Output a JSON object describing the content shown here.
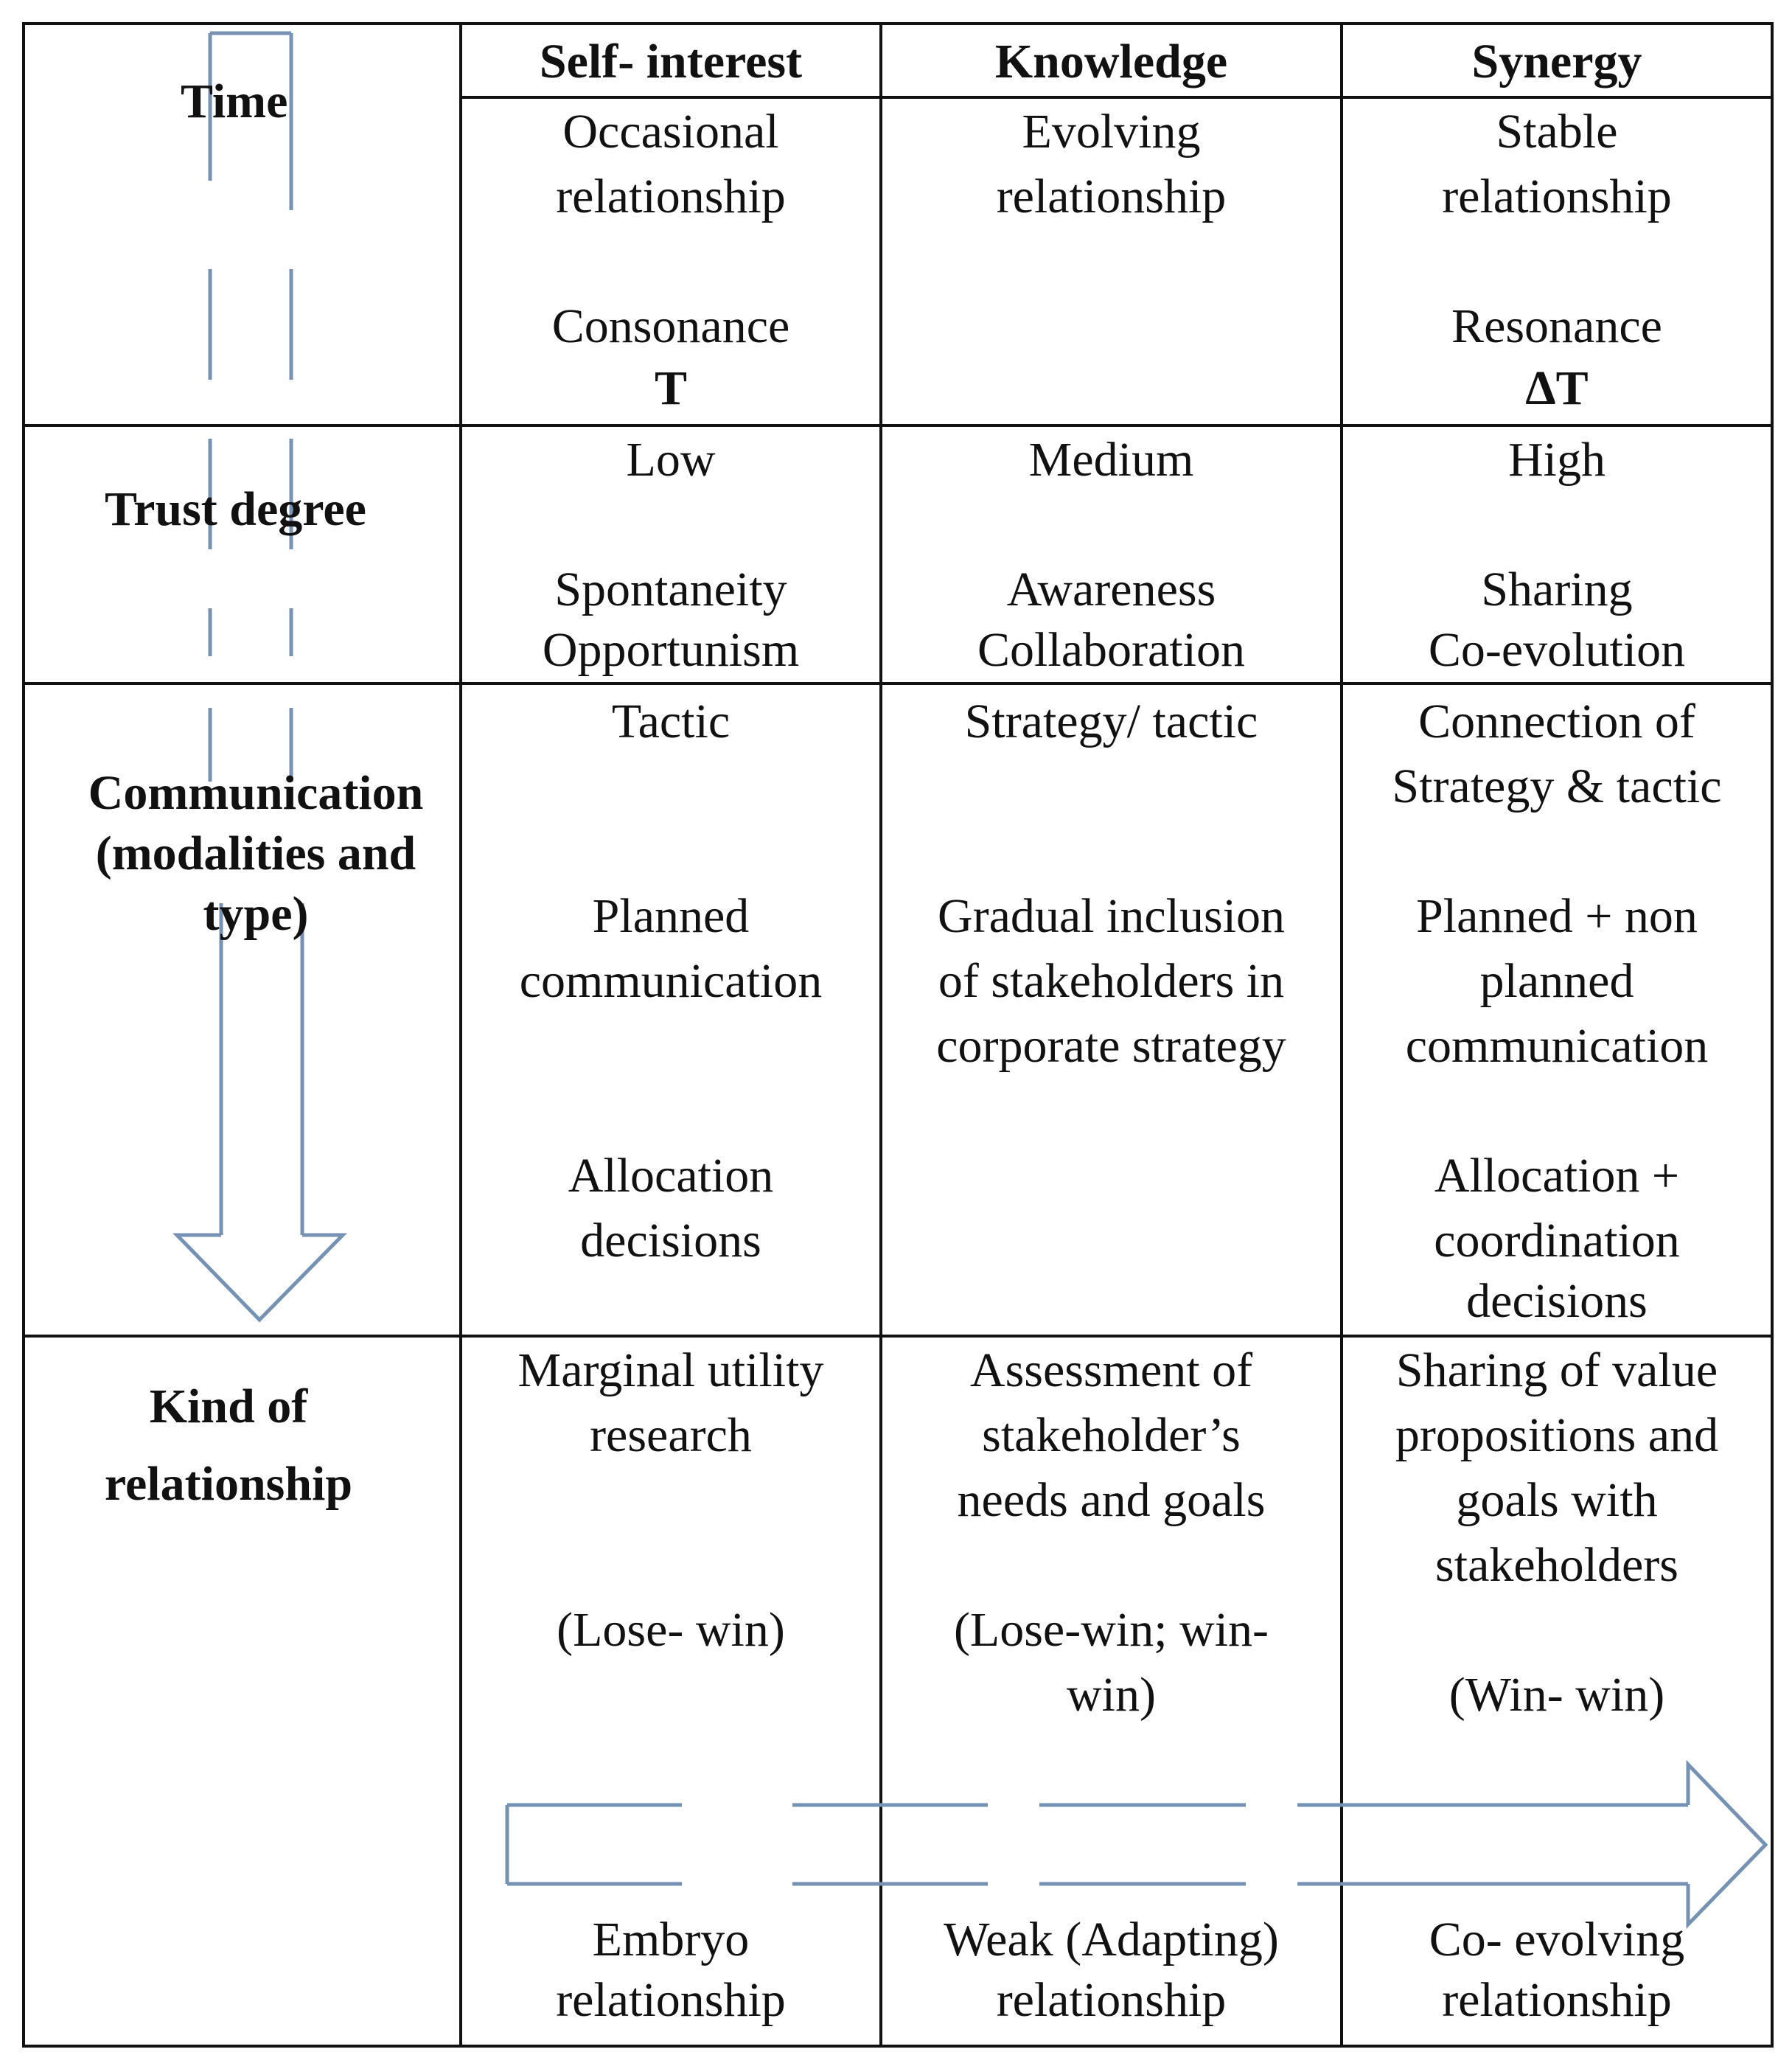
{
  "columns": {
    "self_interest": "Self- interest",
    "knowledge": "Knowledge",
    "synergy": "Synergy"
  },
  "rows": {
    "time": {
      "label": "Time",
      "self_interest": [
        "Occasional",
        "relationship",
        "",
        "Consonance"
      ],
      "self_interest_symbol": "T",
      "knowledge": [
        "Evolving",
        "relationship"
      ],
      "synergy": [
        "Stable",
        "relationship",
        "",
        "Resonance"
      ],
      "synergy_symbol": "ΔT"
    },
    "trust": {
      "label": "Trust degree",
      "self_interest": [
        "Low",
        "",
        "Spontaneity",
        "Opportunism"
      ],
      "knowledge": [
        "Medium",
        "",
        "Awareness",
        "Collaboration"
      ],
      "synergy": [
        "High",
        "",
        "Sharing",
        "Co-evolution"
      ]
    },
    "communication": {
      "label": [
        "Communication",
        "(modalities and",
        "type)"
      ],
      "self_interest": [
        "Tactic",
        "",
        "",
        "Planned",
        "communication",
        "",
        "",
        "Allocation",
        "decisions"
      ],
      "knowledge": [
        "Strategy/ tactic",
        "",
        "",
        "Gradual inclusion",
        "of stakeholders in",
        "corporate strategy"
      ],
      "synergy": [
        "Connection of",
        "Strategy & tactic",
        "",
        "Planned + non",
        "planned",
        "communication",
        "",
        "Allocation +",
        "coordination",
        "decisions"
      ]
    },
    "relationship": {
      "label": [
        "Kind of",
        "relationship"
      ],
      "self_interest": [
        "Marginal utility",
        "research",
        "",
        "",
        "(Lose- win)"
      ],
      "knowledge": [
        "Assessment of",
        "stakeholder’s",
        "needs and goals",
        "",
        "(Lose-win; win-",
        "win)"
      ],
      "synergy": [
        "Sharing of value",
        "propositions and",
        "goals with",
        "stakeholders",
        "",
        "(Win- win)"
      ],
      "bottom": {
        "self_interest": [
          "Embryo",
          "relationship"
        ],
        "knowledge": [
          "Weak (Adapting)",
          "relationship"
        ],
        "synergy": [
          "Co- evolving",
          "relationship"
        ]
      }
    }
  },
  "colors": {
    "grid": "#111111",
    "arrow_stroke": "#7592b4"
  },
  "icons": {
    "vertical_arrow": "dashed-down-arrow-icon",
    "horizontal_arrow": "dashed-right-arrow-icon"
  }
}
